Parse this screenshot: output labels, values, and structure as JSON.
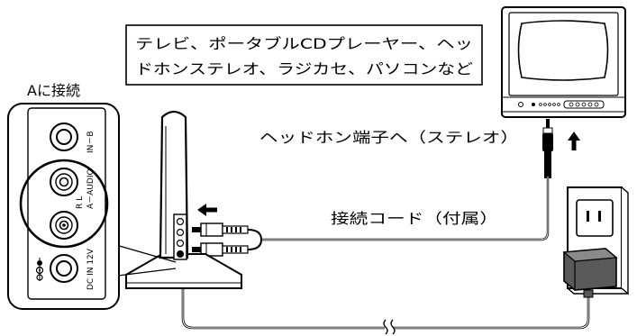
{
  "callout": {
    "line1": "テレビ、ポータブルCDプレーヤー、ヘッ",
    "line2": "ドホンステレオ、ラジカセ、パソコンなど"
  },
  "labels": {
    "connect_a": "Aに接続",
    "headphone_jack": "ヘッドホン端子へ（ステレオ）",
    "cord": "接続コード（付属）"
  },
  "panel": {
    "in_b": "IN－B",
    "audio_a": "A－AUDIO",
    "rl": "R  L",
    "dc_in": "DC IN 12V"
  },
  "colors": {
    "line": "#000000",
    "background": "#ffffff"
  },
  "icons": [
    "arrow-left-icon",
    "arrow-up-icon",
    "power-symbol-icon"
  ]
}
